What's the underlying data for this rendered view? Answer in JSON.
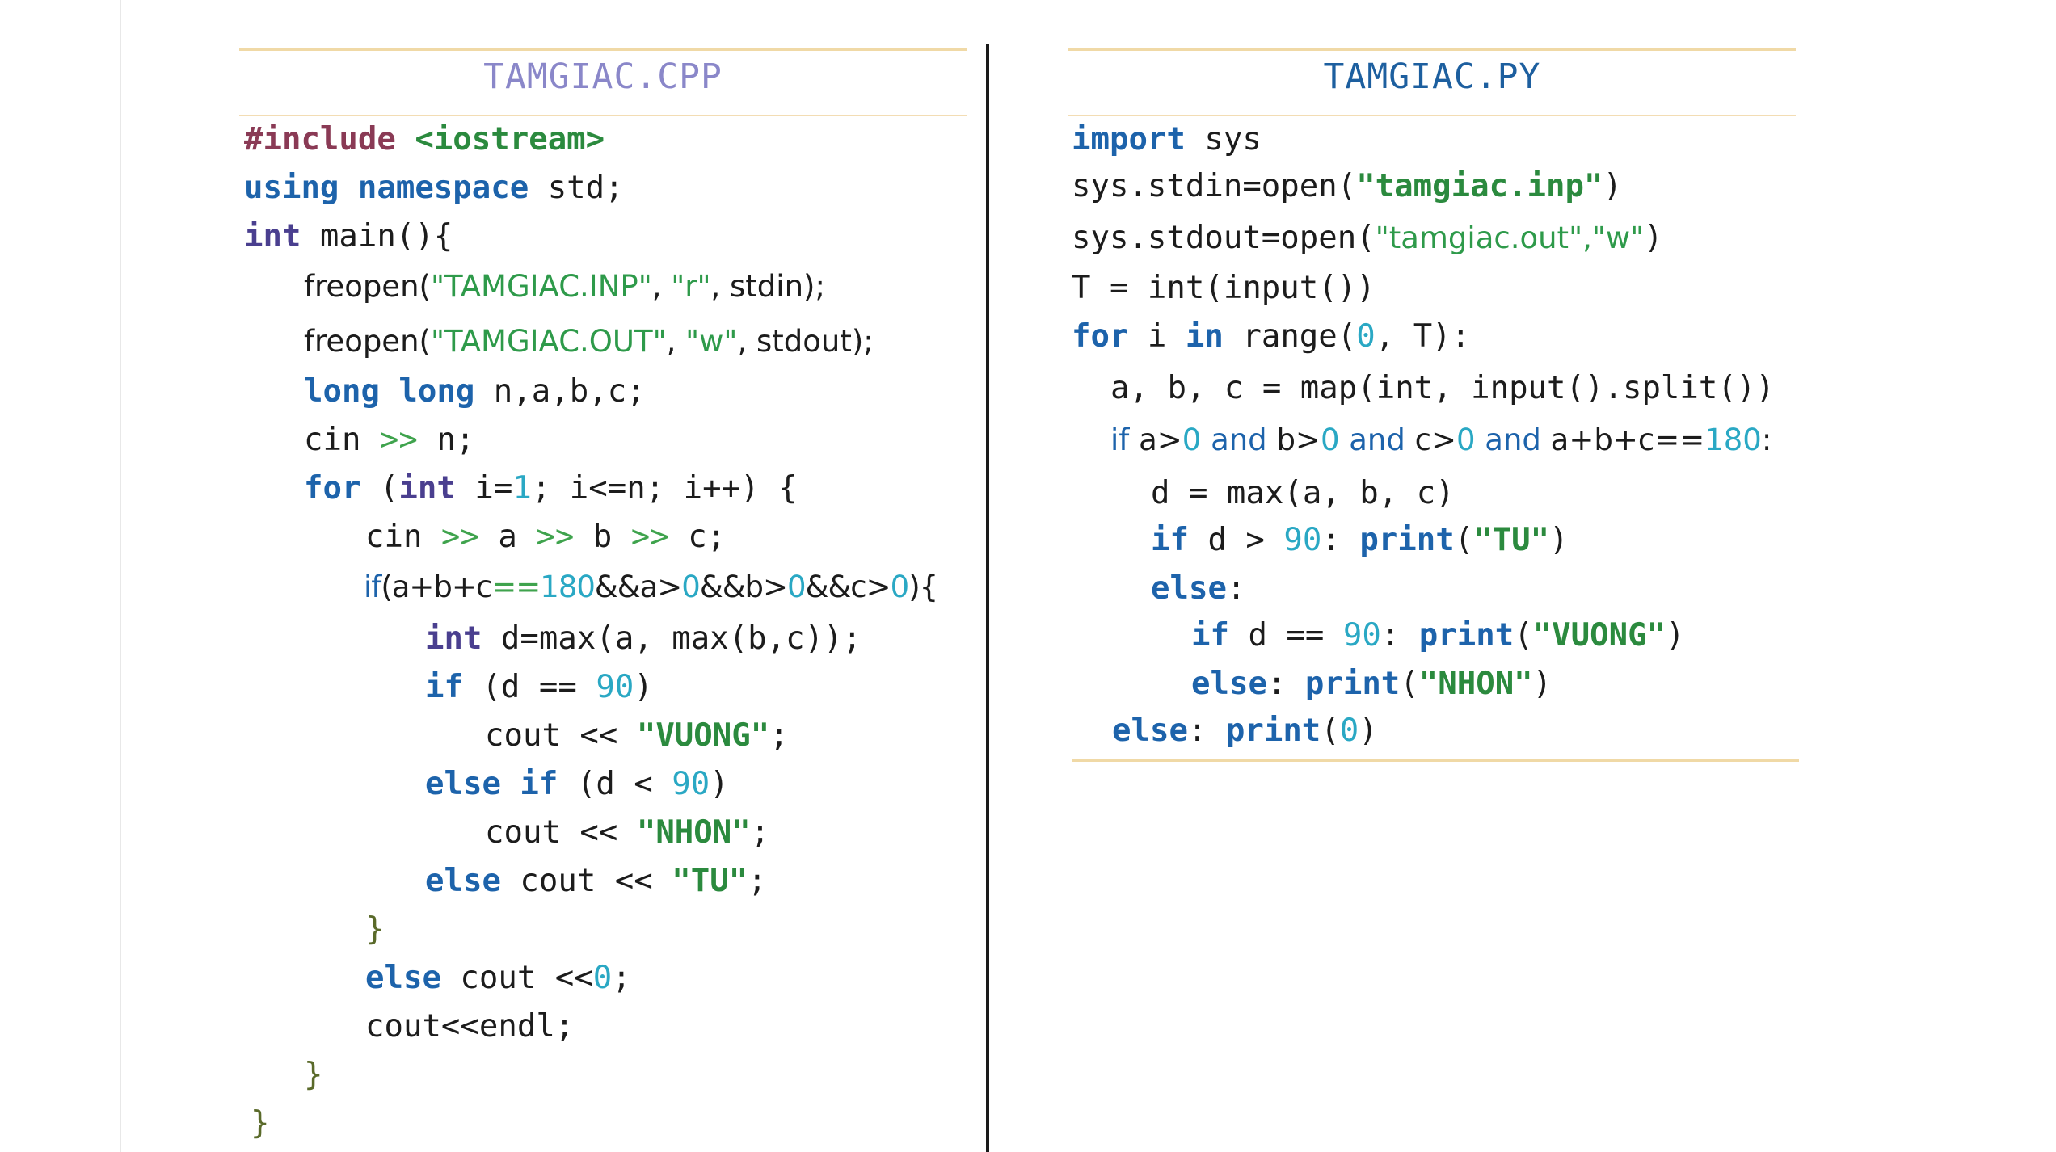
{
  "cpp": {
    "title": "TAMGIAC.CPP",
    "l1": [
      "#include",
      " ",
      "<iostream>"
    ],
    "l2": [
      "using",
      " ",
      "namespace",
      " std;"
    ],
    "l3": [
      "int",
      " main(){"
    ],
    "l4": [
      "freopen(",
      "\"TAMGIAC.INP\"",
      ", ",
      "\"r\"",
      ", stdin);"
    ],
    "l5": [
      "freopen(",
      "\"TAMGIAC.OUT\"",
      ", ",
      "\"w\"",
      ", stdout);"
    ],
    "l6": [
      "long long",
      " n,a,b,c;"
    ],
    "l7": [
      "cin ",
      ">>",
      " n;"
    ],
    "l8": [
      "for",
      " (",
      "int",
      " i=",
      "1",
      "; i<=n; i++) {"
    ],
    "l9": [
      "cin ",
      ">>",
      " a ",
      ">>",
      " b ",
      ">>",
      " c;"
    ],
    "l10": [
      "if",
      "(a+b+c",
      "==",
      "180",
      "&&a>",
      "0",
      "&&b>",
      "0",
      "&&c>",
      "0",
      "){"
    ],
    "l11": [
      "int",
      " d=max(a, max(b,c));"
    ],
    "l12": [
      "if",
      " (d == ",
      "90",
      ")"
    ],
    "l13": [
      "cout << ",
      "\"VUONG\"",
      ";"
    ],
    "l14": [
      "else if",
      " (d < ",
      "90",
      ")"
    ],
    "l15": [
      "cout << ",
      "\"NHON\"",
      ";"
    ],
    "l16": [
      "else",
      " cout << ",
      "\"TU\"",
      ";"
    ],
    "l17": [
      "}"
    ],
    "l18": [
      "else",
      " cout <<",
      "0",
      ";"
    ],
    "l19": [
      "cout<<endl;"
    ],
    "l20": [
      "}"
    ],
    "l21": [
      "}"
    ]
  },
  "py": {
    "title": "TAMGIAC.PY",
    "l1": [
      "import",
      " sys"
    ],
    "l2": [
      "sys.stdin=open(",
      "\"tamgiac.inp\"",
      ")"
    ],
    "l3": [
      "sys.stdout=open(",
      "\"tamgiac.out\",\"w\"",
      ")"
    ],
    "l4": [
      "T = int(input())"
    ],
    "l5": [
      "for",
      " i ",
      "in",
      " range(",
      "0",
      ", T):"
    ],
    "l6": [
      "a, b, c = map(int, input().split())"
    ],
    "l7": [
      "if",
      " a>",
      "0",
      " ",
      "and",
      " b>",
      "0",
      " ",
      "and",
      " c>",
      "0",
      " ",
      "and",
      " a+b+c==",
      "180",
      ":"
    ],
    "l8": [
      "d = max(a, b, c)"
    ],
    "l9": [
      "if",
      " d > ",
      "90",
      ": ",
      "print",
      "(",
      "\"TU\"",
      ")"
    ],
    "l10": [
      "else",
      ":"
    ],
    "l11": [
      "if",
      " d == ",
      "90",
      ": ",
      "print",
      "(",
      "\"VUONG\"",
      ")"
    ],
    "l12": [
      "else",
      ": ",
      "print",
      "(",
      "\"NHON\"",
      ")"
    ],
    "l13": [
      "else",
      ": ",
      "print",
      "(",
      "0",
      ")"
    ]
  }
}
